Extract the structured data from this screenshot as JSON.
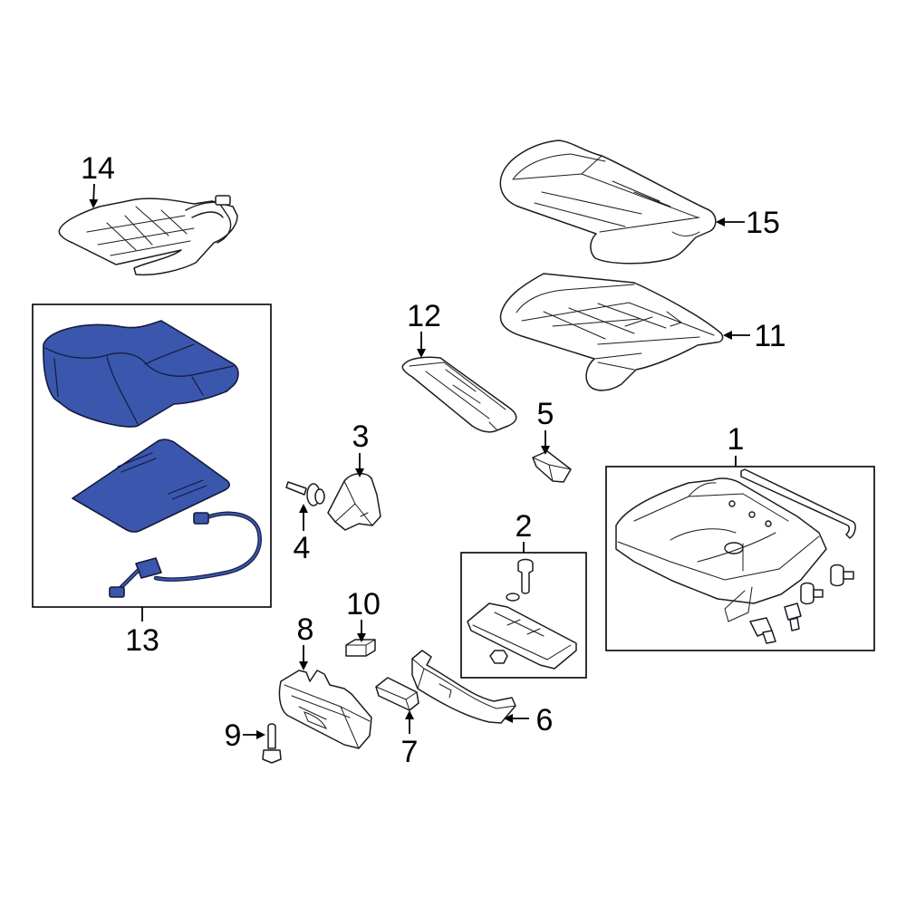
{
  "callouts": {
    "part_1": "1",
    "part_2": "2",
    "part_3": "3",
    "part_4": "4",
    "part_5": "5",
    "part_6": "6",
    "part_7": "7",
    "part_8": "8",
    "part_9": "9",
    "part_10": "10",
    "part_11": "11",
    "part_12": "12",
    "part_13": "13",
    "part_14": "14",
    "part_15": "15"
  },
  "colors": {
    "highlight_part": "#3a57ad",
    "line_art": "#1b1b24",
    "background": "#ffffff"
  }
}
